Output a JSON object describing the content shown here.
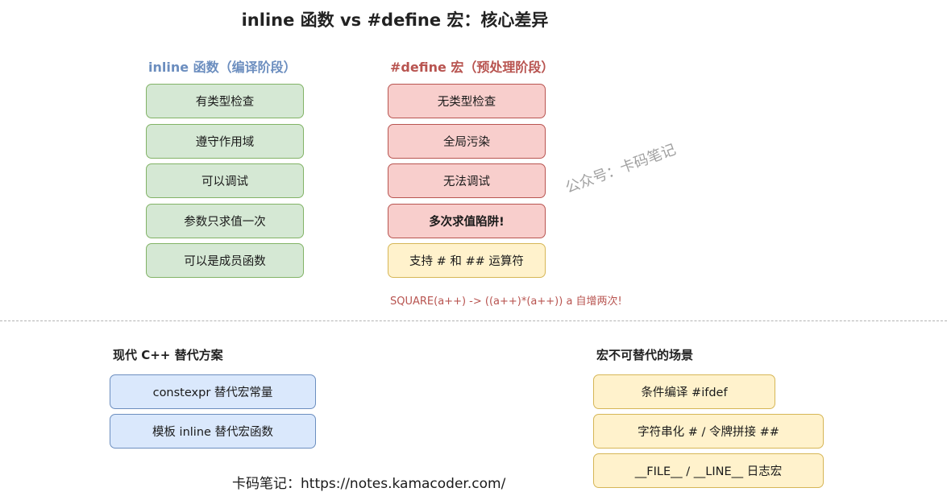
{
  "title": "inline 函数 vs #define 宏：核心差异",
  "inline_column": {
    "heading": "inline 函数（编译阶段）",
    "items": [
      "有类型检查",
      "遵守作用域",
      "可以调试",
      "参数只求值一次",
      "可以是成员函数"
    ]
  },
  "macro_column": {
    "heading": "#define 宏（预处理阶段）",
    "items": [
      "无类型检查",
      "全局污染",
      "无法调试",
      "多次求值陷阱!",
      "支持 # 和 ## 运算符"
    ],
    "note": "SQUARE(a++) -> ((a++)*(a++)) a 自增两次!"
  },
  "watermark": "公众号：卡码笔记",
  "modern_alternatives": {
    "heading": "现代 C++ 替代方案",
    "items": [
      "constexpr 替代宏常量",
      "模板 inline 替代宏函数"
    ]
  },
  "irreplaceable": {
    "heading": "宏不可替代的场景",
    "items": [
      "条件编译 #ifdef",
      "字符串化 # / 令牌拼接 ##",
      "__FILE__ / __LINE__ 日志宏"
    ]
  },
  "footer": "卡码笔记：https://notes.kamacoder.com/",
  "colors": {
    "green_fill": "#d5e8d4",
    "green_border": "#82b366",
    "red_fill": "#f8cecc",
    "red_border": "#b85450",
    "yellow_fill": "#fff2cc",
    "yellow_border": "#d6b656",
    "blue_fill": "#dae8fc",
    "blue_border": "#6c8ebf"
  }
}
